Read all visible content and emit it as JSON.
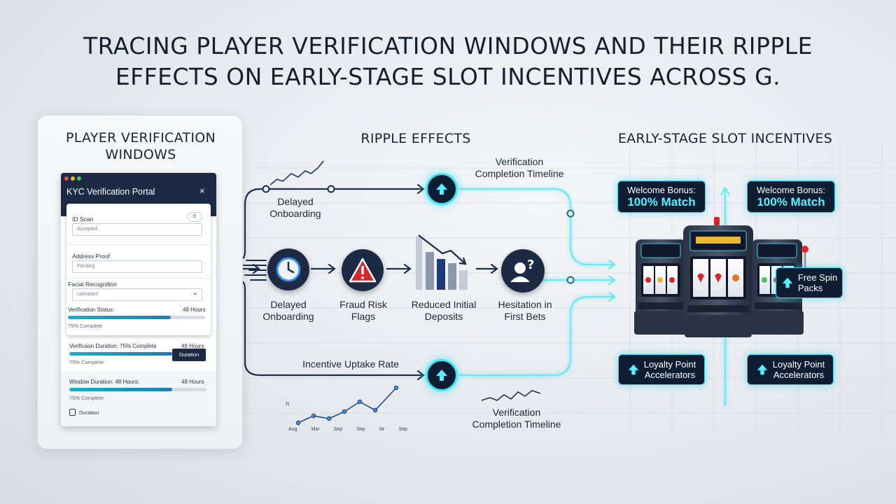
{
  "title": {
    "line1": "TRACING PLAYER VERIFICATION WINDOWS AND THEIR RIPPLE",
    "line2": "EFFECTS ON EARLY-STAGE SLOT INCENTIVES ACROSS G."
  },
  "sections": {
    "left": {
      "line1": "PLAYER VERIFICATION",
      "line2": "WINDOWS"
    },
    "middle": "RIPPLE EFFECTS",
    "right": "EARLY-STAGE SLOT INCENTIVES"
  },
  "portal": {
    "title": "KYC Verification Portal",
    "close": "×",
    "fields": {
      "id_scan_label": "ID Scan",
      "id_scan_badge": "0",
      "id_scan_value": "Accepted",
      "address_label": "Address Proof",
      "address_value": "Pending",
      "facial_label": "Facial Recognition",
      "facial_value": "Uploaded",
      "facial_chevron": "⌄"
    },
    "status": {
      "label": "Verification Status:",
      "hours": "48 Hours",
      "complete": "75% Complete",
      "progress": 0.75
    },
    "duration1": {
      "label": "Verificaon Duration: 75% Complete",
      "hours": "48 Hours",
      "complete": "75% Complete",
      "progress": 0.75
    },
    "duration2": {
      "label": "Window Duration: 48 Hours:",
      "hours": "48 Hours",
      "complete": "75% Complete",
      "progress": 0.75
    },
    "footer_label": "Duration",
    "footer_button": "Duration"
  },
  "ripple": {
    "top_label": "Delayed\nOnboarding",
    "top_line1": "Delayed",
    "top_line2": "Onboarding",
    "timeline_top_1": "Verification",
    "timeline_top_2": "Completion Timeline",
    "nodes": [
      {
        "line1": "Delayed",
        "line2": "Onboarding",
        "icon": "clock-icon"
      },
      {
        "line1": "Fraud Risk",
        "line2": "Flags",
        "icon": "warning-icon"
      },
      {
        "line1": "Reduced Initial",
        "line2": "Deposits",
        "icon": "bar-chart-down-icon"
      },
      {
        "line1": "Hesitation in",
        "line2": "First Bets",
        "icon": "person-question-icon"
      }
    ],
    "uptake_label": "Incentive Uptake Rate",
    "timeline_bottom_1": "Verification",
    "timeline_bottom_2": "Completion Timeline",
    "mini_chart": {
      "y_label": "N",
      "months": [
        "Aug",
        "Mar",
        "Sep",
        "Sep",
        "Nr",
        "Sep"
      ]
    }
  },
  "incentives": {
    "welcome_left": {
      "line1": "Welcome Bonus:",
      "line2": "100% Match"
    },
    "welcome_right": {
      "line1": "Welcome Bonus:",
      "line2": "100% Match"
    },
    "free_spin": {
      "line1": "Free Spin",
      "line2": "Packs"
    },
    "loyalty_left": {
      "line1": "Loyalty Point",
      "line2": "Accelerators"
    },
    "loyalty_right": {
      "line1": "Loyalty Point",
      "line2": "Accelerators"
    }
  },
  "colors": {
    "navy": "#1c2a44",
    "cyan": "#3ee6f2",
    "line": "#1d2f4d"
  }
}
